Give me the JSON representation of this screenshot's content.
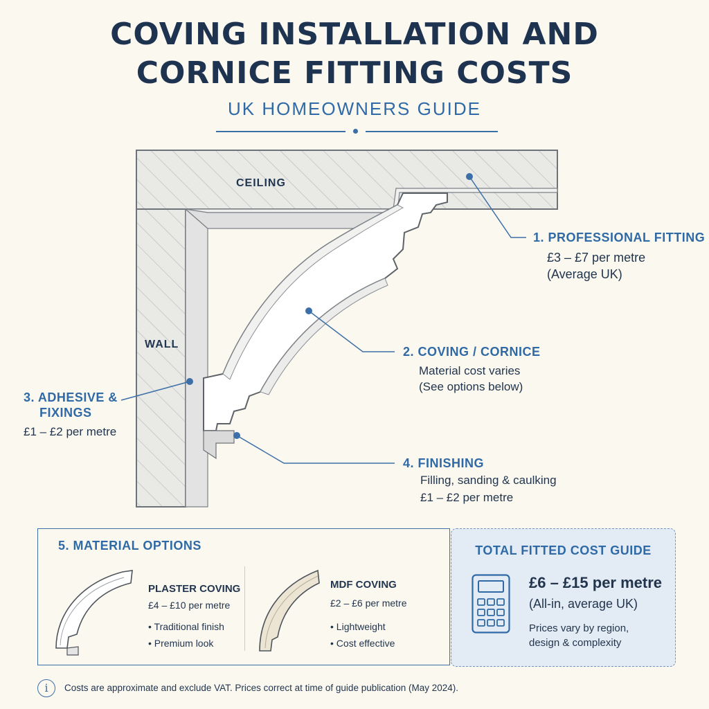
{
  "title_line1": "COVING INSTALLATION AND",
  "title_line2": "CORNICE FITTING COSTS",
  "subtitle": "UK HOMEOWNERS GUIDE",
  "diagram": {
    "ceiling_label": "CEILING",
    "wall_label": "WALL"
  },
  "callouts": {
    "professional_fitting": {
      "heading": "1. PROFESSIONAL FITTING",
      "price": "£3 – £7 per metre",
      "note": "(Average UK)"
    },
    "coving_cornice": {
      "heading": "2. COVING / CORNICE",
      "line1": "Material cost varies",
      "line2": "(See options below)"
    },
    "adhesive": {
      "heading_line1": "3. ADHESIVE &",
      "heading_line2": "FIXINGS",
      "price": "£1 – £2 per metre"
    },
    "finishing": {
      "heading": "4. FINISHING",
      "line1": "Filling, sanding & caulking",
      "price": "£1 – £2 per metre"
    }
  },
  "materials": {
    "heading": "5. MATERIAL OPTIONS",
    "plaster": {
      "name": "PLASTER COVING",
      "price": "£4 – £10 per metre",
      "bullets": [
        "• Traditional finish",
        "• Premium look"
      ]
    },
    "mdf": {
      "name": "MDF COVING",
      "price": "£2 – £6 per metre",
      "bullets": [
        "• Lightweight",
        "• Cost effective"
      ]
    }
  },
  "total": {
    "heading": "TOTAL FITTED COST GUIDE",
    "price": "£6 – £15 per metre",
    "sub": "(All-in, average UK)",
    "note_line1": "Prices vary by region,",
    "note_line2": "design & complexity",
    "icon": "calculator-icon"
  },
  "footnote": "Costs are approximate and exclude VAT.  Prices correct at time of guide publication (May 2024).",
  "colors": {
    "navy": "#1e3350",
    "accent_blue": "#2f6aa6",
    "background": "#fbf8f0",
    "panel_blue": "#e3ebf5"
  }
}
